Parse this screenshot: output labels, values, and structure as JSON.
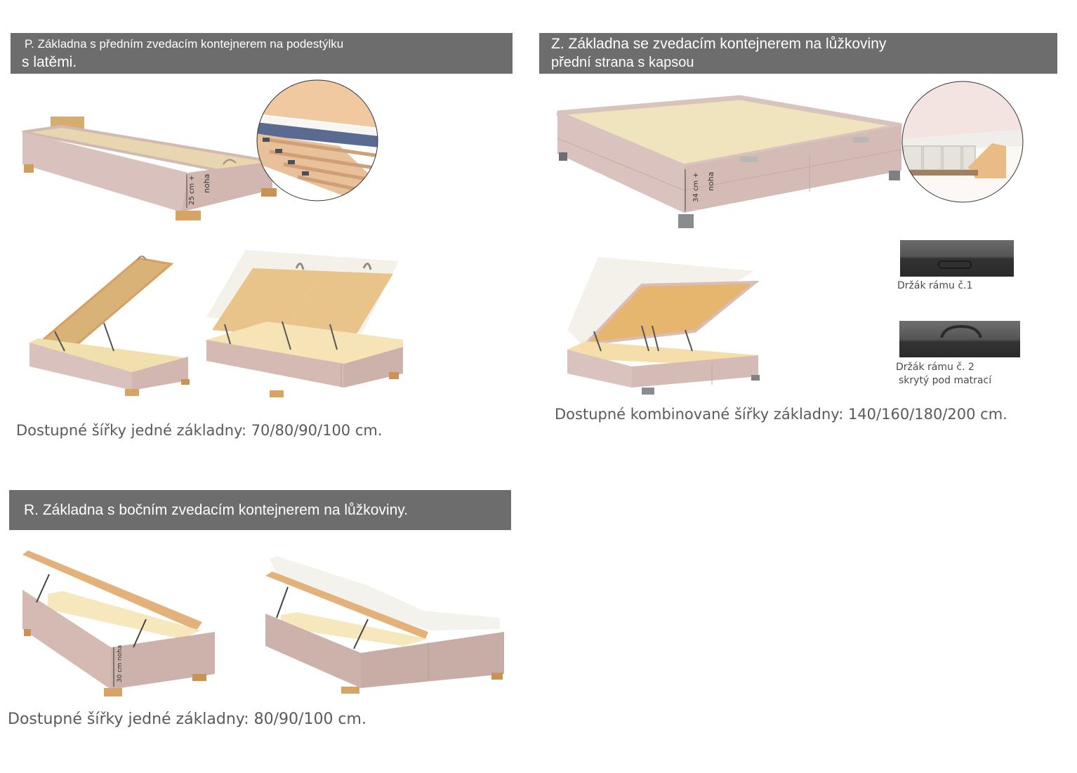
{
  "sections": {
    "p": {
      "title_line1": "P. Základna s předním zvedacím kontejnerem na podestýlku",
      "title_line2": "s latěmi.",
      "dimension_label_1": "25 cm +",
      "dimension_label_2": "noha",
      "caption": "Dostupné šířky jedné základny:  70/80/90/100 cm."
    },
    "z": {
      "title_line1": "Z. Základna se zvedacím kontejnerem na lůžkoviny",
      "title_line2": "přední strana s kapsou",
      "dimension_label_1": "34 cm +",
      "dimension_label_2": "noha",
      "handle_1_label": "Držák rámu č.1",
      "handle_2_label_line1": "Držák rámu č. 2",
      "handle_2_label_line2": "skrytý pod matrací",
      "caption": "Dostupné kombinované šířky základny: 140/160/180/200 cm."
    },
    "r": {
      "title_line1": "R. Základna s bočním zvedacím kontejnerem na lůžkoviny.",
      "dimension_label": "30 cm noha",
      "caption": "Dostupné šířky jedné základny: 80/90/100 cm."
    }
  },
  "colors": {
    "header_bg": "#6e6d6e",
    "upholstery": "#d9c2bd",
    "board": "#e8d2a8",
    "wood": "#d9a86a",
    "mattress": "#f2f0ea",
    "handle_dark": "#3a3a3a"
  }
}
